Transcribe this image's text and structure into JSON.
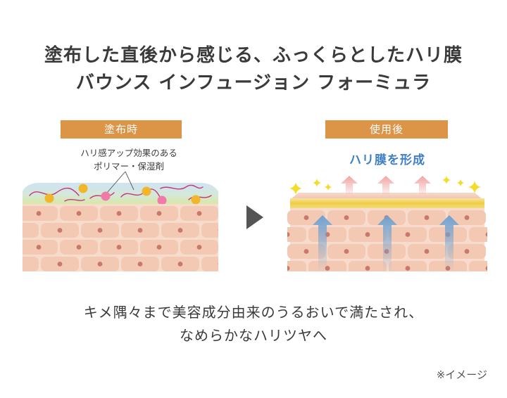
{
  "headline": {
    "line1": "塗布した直後から感じる、ふっくらとしたハリ膜",
    "line2": "バウンス インフュージョン フォーミュラ"
  },
  "before": {
    "label": "塗布時",
    "note_line1": "ハリ感アップ効果のある",
    "note_line2": "ポリマー・保湿剤"
  },
  "after": {
    "label": "使用後",
    "effect": "ハリ膜を形成"
  },
  "caption": {
    "line1": "キメ隅々まで美容成分由来のうるおいで満たされ、",
    "line2": "なめらかなハリツヤへ"
  },
  "footnote": "※イメージ",
  "colors": {
    "label_bg": "#dc9446",
    "effect_text": "#3f7fc7",
    "skin_cell": "#f3c9b4",
    "skin_nucleus": "#c9786c",
    "film_gold": "#f0cd45",
    "arrow_up_blue": "#7aaad6",
    "arrow_up_pink": "#f0aaa6"
  }
}
